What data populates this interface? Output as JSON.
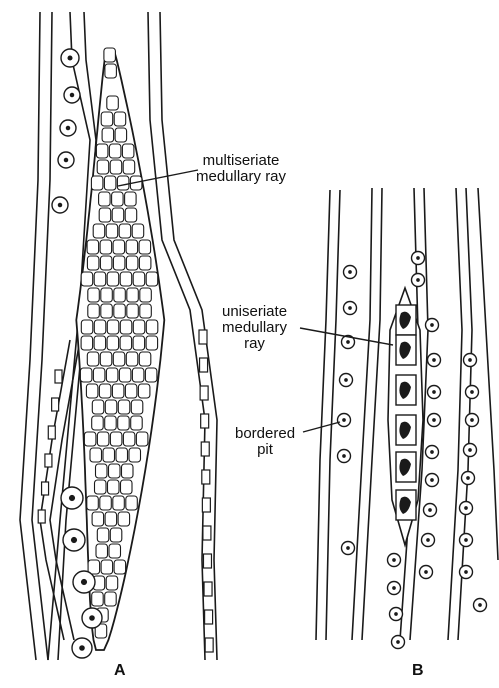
{
  "labels": {
    "multiseriate_line1": "multiseriate",
    "multiseriate_line2": "medullary ray",
    "uniseriate_line1": "uniseriate",
    "uniseriate_line2": "medullary",
    "uniseriate_line3": "ray",
    "bordered_line1": "bordered",
    "bordered_line2": "pit"
  },
  "panels": {
    "a": "A",
    "b": "B"
  },
  "colors": {
    "ink": "#1a1a1a",
    "paper": "#ffffff"
  }
}
